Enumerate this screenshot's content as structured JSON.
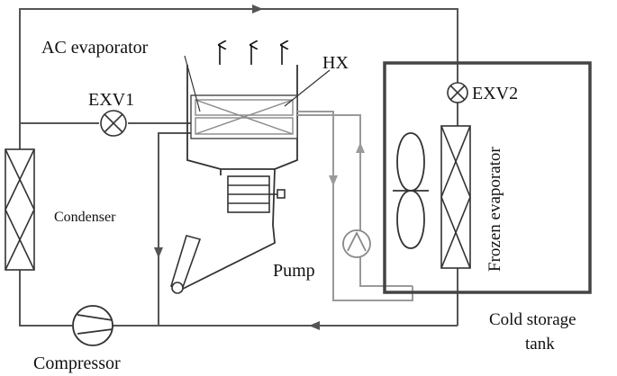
{
  "labels": {
    "ac_evaporator": "AC evaporator",
    "hx": "HX",
    "exv1": "EXV1",
    "exv2": "EXV2",
    "condenser": "Condenser",
    "frozen_evaporator": "Frozen evaporator",
    "pump": "Pump",
    "cold_storage_tank_line1": "Cold storage",
    "cold_storage_tank_line2": "tank",
    "compressor": "Compressor"
  },
  "colors": {
    "refrigerant_line": "#555555",
    "secondary_loop": "#9a9a9a",
    "tank_border": "#444444"
  }
}
